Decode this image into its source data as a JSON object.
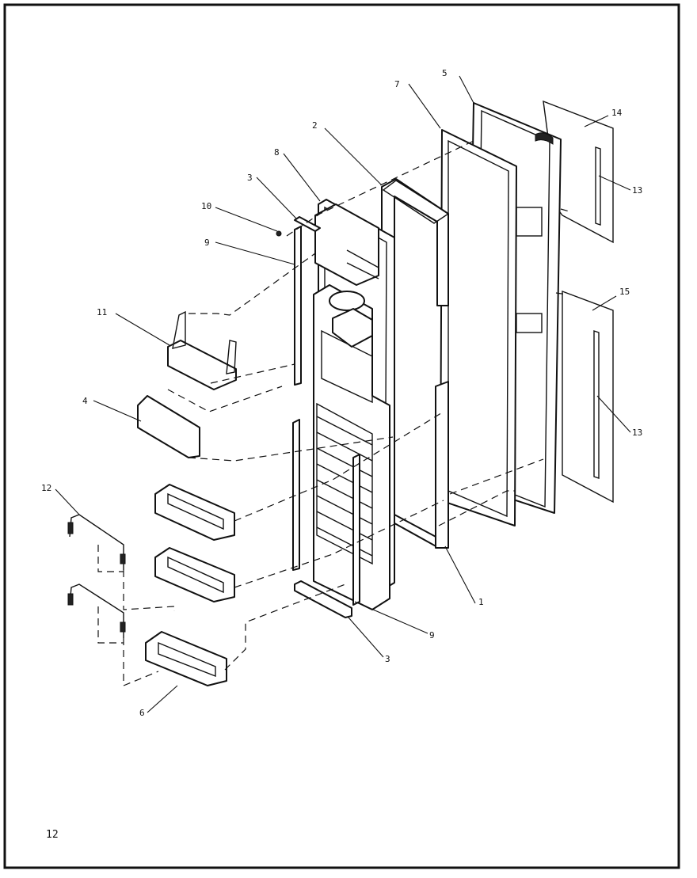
{
  "diagram": {
    "callouts": [
      "1",
      "2",
      "3",
      "3",
      "4",
      "5",
      "6",
      "7",
      "8",
      "9",
      "9",
      "10",
      "11",
      "12",
      "13",
      "13",
      "14",
      "15"
    ],
    "page_number": "12"
  }
}
